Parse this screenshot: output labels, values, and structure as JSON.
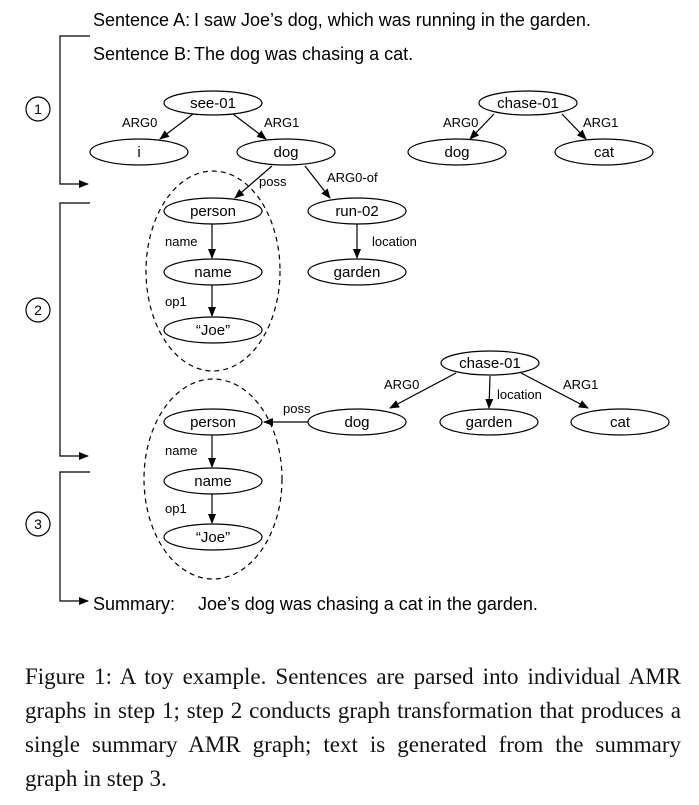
{
  "sentences": {
    "a_label": "Sentence A:",
    "a_text": "I saw Joe’s dog, which was running in the garden.",
    "b_label": "Sentence B:",
    "b_text": "The dog was chasing a cat.",
    "summary_label": "Summary:",
    "summary_text": "Joe’s dog was chasing a cat in the garden."
  },
  "steps": [
    "1",
    "2",
    "3"
  ],
  "graph_a": {
    "nodes": {
      "see": "see-01",
      "i": "i",
      "dog": "dog",
      "person": "person",
      "name": "name",
      "joe": "“Joe”",
      "run": "run-02",
      "garden": "garden"
    },
    "edges": {
      "arg0": "ARG0",
      "arg1": "ARG1",
      "poss": "poss",
      "arg0of": "ARG0-of",
      "name": "name",
      "op1": "op1",
      "location": "location"
    }
  },
  "graph_b": {
    "nodes": {
      "chase": "chase-01",
      "dog": "dog",
      "cat": "cat"
    },
    "edges": {
      "arg0": "ARG0",
      "arg1": "ARG1"
    }
  },
  "graph_summary": {
    "nodes": {
      "chase": "chase-01",
      "person": "person",
      "dog": "dog",
      "garden": "garden",
      "cat": "cat",
      "name": "name",
      "joe": "“Joe”"
    },
    "edges": {
      "arg0": "ARG0",
      "location": "location",
      "arg1": "ARG1",
      "poss": "poss",
      "name": "name",
      "op1": "op1"
    }
  },
  "caption": "Figure 1: A toy example. Sentences are parsed into individual AMR graphs in step 1; step 2 conducts graph transformation that produces a single summary AMR graph; text is generated from the summary graph in step 3."
}
